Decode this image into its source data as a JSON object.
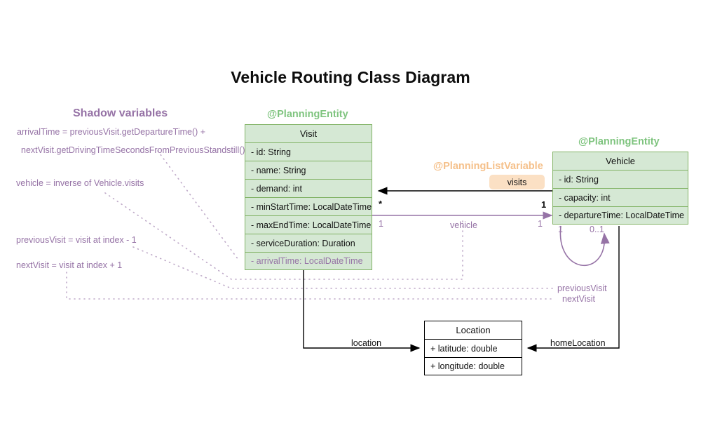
{
  "title": "Vehicle Routing Class Diagram",
  "colors": {
    "entity_fill": "#d5e8d4",
    "entity_stroke": "#82b366",
    "shadow_purple": "#9673a6",
    "stereotype_green": "#7fc47f",
    "stereotype_orange": "#f5c08a",
    "badge_fill": "#fbe0c4",
    "plain_stroke": "#000000"
  },
  "sections": {
    "shadow_variables_heading": "Shadow variables"
  },
  "shadow_notes": [
    {
      "text": "arrivalTime = previousVisit.getDepartureTime() +"
    },
    {
      "text": "nextVisit.getDrivingTimeSecondsFromPreviousStandstill()"
    },
    {
      "text": "vehicle = inverse of Vehicle.visits"
    },
    {
      "text": "previousVisit = visit at index - 1"
    },
    {
      "text": "nextVisit = visit at index + 1"
    }
  ],
  "classes": {
    "visit": {
      "stereotype": "@PlanningEntity",
      "name": "Visit",
      "attributes": [
        {
          "text": "- id: String",
          "shadow": false
        },
        {
          "text": "- name: String",
          "shadow": false
        },
        {
          "text": "- demand: int",
          "shadow": false
        },
        {
          "text": "- minStartTime: LocalDateTime",
          "shadow": false
        },
        {
          "text": "- maxEndTime: LocalDateTime",
          "shadow": false
        },
        {
          "text": "- serviceDuration: Duration",
          "shadow": false
        },
        {
          "text": "- arrivalTime: LocalDateTime",
          "shadow": true
        }
      ]
    },
    "vehicle": {
      "stereotype": "@PlanningEntity",
      "name": "Vehicle",
      "attributes": [
        {
          "text": "- id: String",
          "shadow": false
        },
        {
          "text": "- capacity: int",
          "shadow": false
        },
        {
          "text": "- departureTime: LocalDateTime",
          "shadow": false
        }
      ]
    },
    "location": {
      "name": "Location",
      "attributes": [
        {
          "text": "+ latitude: double",
          "shadow": false
        },
        {
          "text": "+ longitude: double",
          "shadow": false
        }
      ]
    }
  },
  "annotations": {
    "planning_list_variable": "@PlanningListVariable",
    "visits_badge": "visits"
  },
  "edges": {
    "visits": {
      "name": "visits",
      "source_multiplicity": "1",
      "target_multiplicity": "*"
    },
    "vehicle": {
      "label": "vehicle",
      "source_multiplicity": "1",
      "target_multiplicity": "1"
    },
    "previous_visit": {
      "label": "previousVisit",
      "source_multiplicity": "1",
      "target_multiplicity": "0..1"
    },
    "next_visit": {
      "label": "nextVisit"
    },
    "location": {
      "label": "location"
    },
    "home_location": {
      "label": "homeLocation"
    }
  }
}
